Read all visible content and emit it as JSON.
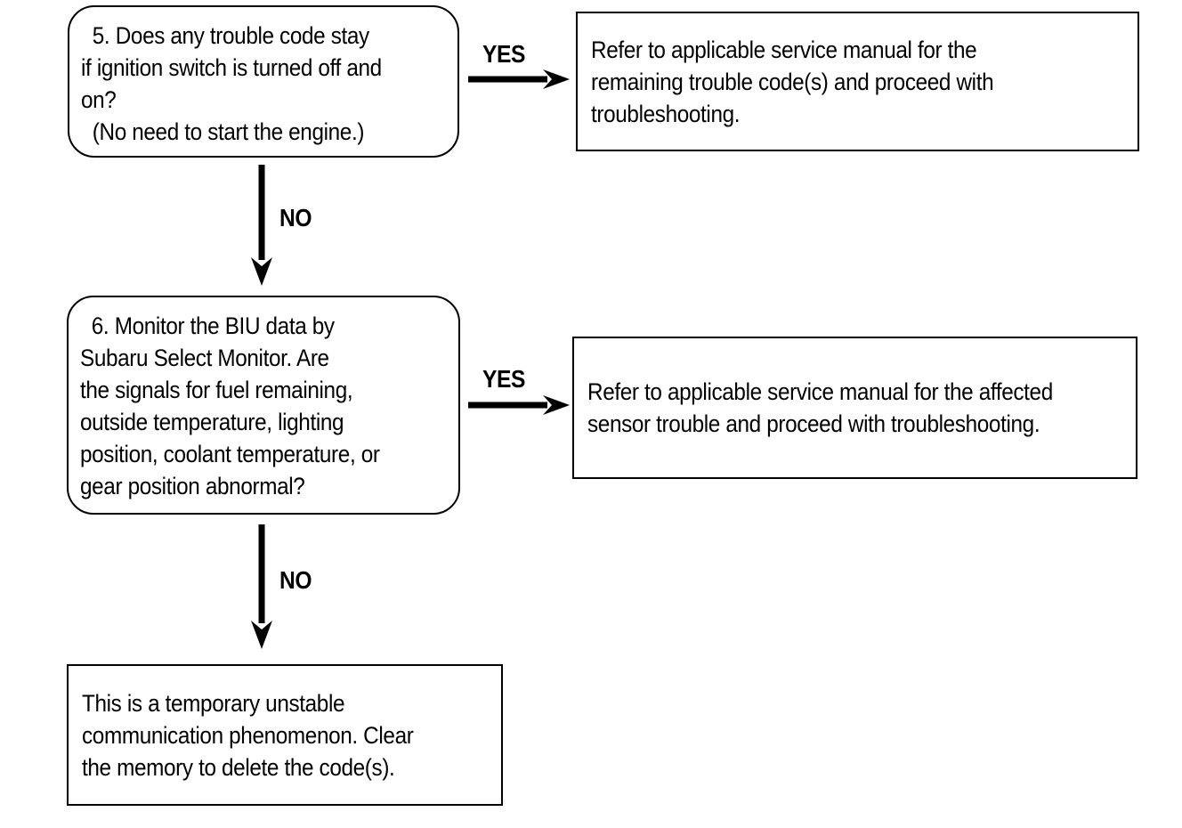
{
  "palette": {
    "background": "#ffffff",
    "ink": "#000000"
  },
  "diagram": {
    "type": "flowchart",
    "title": "",
    "nodes": [
      {
        "id": "step5-question",
        "shape": "rounded",
        "text": "  5. Does any trouble code stay\nif ignition switch is turned off and\non?\n  (No need to start the engine.)"
      },
      {
        "id": "refer-remaining-action",
        "shape": "rect",
        "text": "Refer to applicable service manual for the\nremaining trouble code(s) and proceed with\ntroubleshooting."
      },
      {
        "id": "step6-question",
        "shape": "rounded",
        "text": "  6. Monitor the BIU data by\nSubaru Select Monitor. Are\nthe signals for fuel remaining,\noutside temperature, lighting\nposition, coolant temperature, or\ngear position abnormal?"
      },
      {
        "id": "refer-sensor-action",
        "shape": "rect",
        "text": "Refer to applicable service manual for the affected\nsensor trouble and proceed with troubleshooting."
      },
      {
        "id": "temporary-phenomenon-action",
        "shape": "rect",
        "text": "This is a temporary unstable\ncommunication phenomenon. Clear\nthe memory to delete the code(s)."
      }
    ],
    "connectors": [
      {
        "id": "yes-1",
        "label": "YES",
        "from": "step5-question",
        "to": "refer-remaining-action",
        "direction": "right"
      },
      {
        "id": "no-1",
        "label": "NO",
        "from": "step5-question",
        "to": "step6-question",
        "direction": "down"
      },
      {
        "id": "yes-2",
        "label": "YES",
        "from": "step6-question",
        "to": "refer-sensor-action",
        "direction": "right"
      },
      {
        "id": "no-2",
        "label": "NO",
        "from": "step6-question",
        "to": "temporary-phenomenon-action",
        "direction": "down"
      }
    ]
  }
}
